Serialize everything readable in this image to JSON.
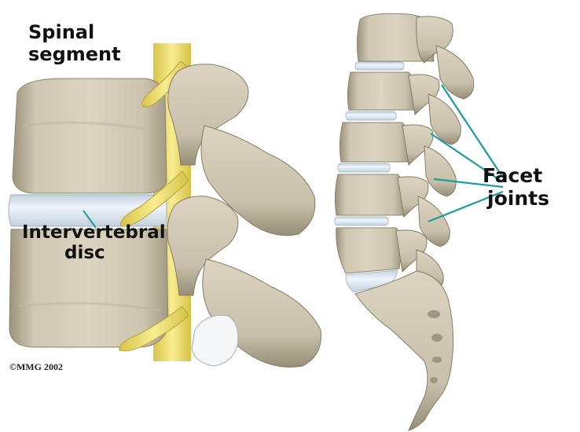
{
  "labels": {
    "spinal_segment": [
      "Spinal",
      "segment"
    ],
    "intervertebral_disc": [
      "Intervertebral",
      "disc"
    ],
    "facet_joints": [
      "Facet",
      "joints"
    ]
  },
  "copyright": "©MMG 2002",
  "colors": {
    "bone": "#d8d0bb",
    "bone_shade": "#aaa18a",
    "bone_dark": "#857c66",
    "disc": "#e4edf5",
    "nerve": "#f0e27a",
    "pointer_line": "#1a9c9c"
  }
}
